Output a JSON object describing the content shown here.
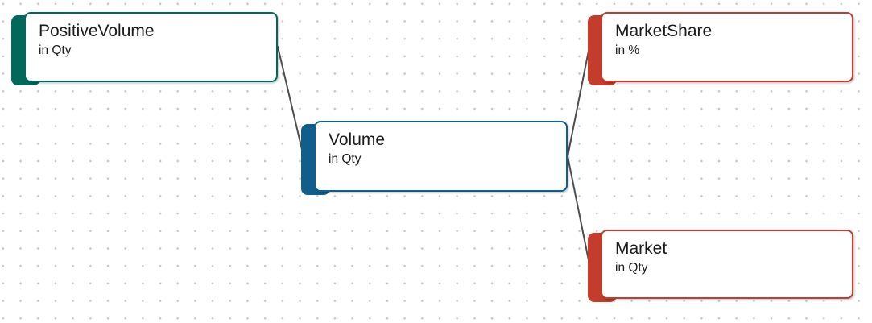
{
  "canvas": {
    "background": "#ffffff",
    "dot_color": "#c4c4c4",
    "edge_color": "#4d4d4d",
    "text_color": "#1a1a1a"
  },
  "nodes": [
    {
      "title": "PositiveVolume",
      "subtitle": "in Qty",
      "color": "#00695C"
    },
    {
      "title": "Volume",
      "subtitle": "in Qty",
      "color": "#0F5E8C"
    },
    {
      "title": "MarketShare",
      "subtitle": "in %",
      "color": "#C43C2B"
    },
    {
      "title": "Market",
      "subtitle": "in Qty",
      "color": "#C43C2B"
    }
  ],
  "edges": [
    {
      "from": "PositiveVolume",
      "to": "Volume"
    },
    {
      "from": "Volume",
      "to": "MarketShare"
    },
    {
      "from": "Volume",
      "to": "Market"
    }
  ]
}
